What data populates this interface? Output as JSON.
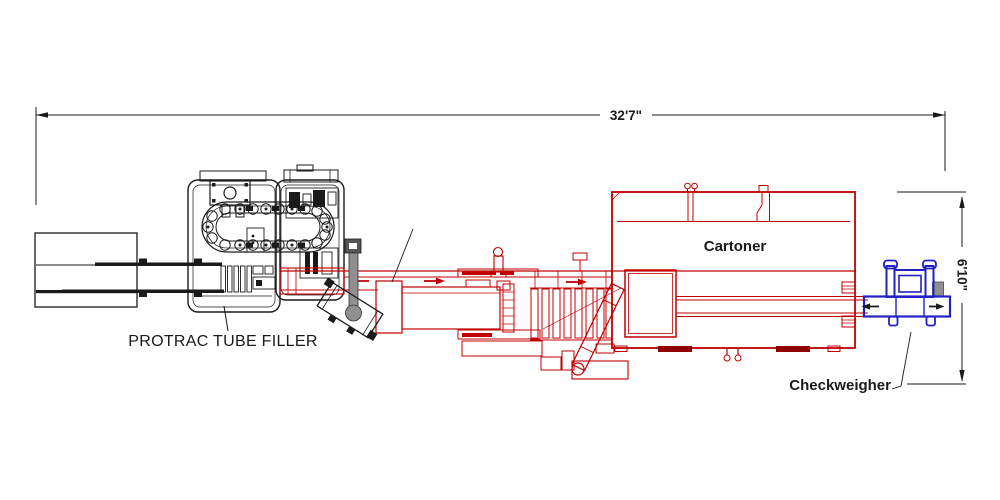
{
  "diagram": {
    "type": "equipment-layout-plan",
    "dimensions": {
      "overall_length": "32'7\"",
      "overall_depth": "6'10\""
    },
    "labels": {
      "tube_filler": "PROTRAC TUBE FILLER",
      "cartoner": "Cartoner",
      "checkweigher": "Checkweigher"
    },
    "machines": [
      {
        "name": "PROTRAC TUBE FILLER",
        "color_key": "ink"
      },
      {
        "name": "Cartoner",
        "color_key": "red"
      },
      {
        "name": "Checkweigher",
        "color_key": "blue"
      }
    ],
    "flow_arrows": [
      {
        "name": "conveyor-arrow-1",
        "direction": "left",
        "color_key": "red"
      },
      {
        "name": "conveyor-arrow-2",
        "direction": "right",
        "color_key": "red"
      },
      {
        "name": "conveyor-arrow-3",
        "direction": "right",
        "color_key": "red"
      },
      {
        "name": "checkweigher-arrow-in",
        "direction": "left",
        "color_key": "ink"
      },
      {
        "name": "checkweigher-arrow-out",
        "direction": "right",
        "color_key": "ink"
      }
    ],
    "colors": {
      "ink": "#1a1a1a",
      "red": "#c00000",
      "red_dark": "#8f0000",
      "blue": "#2121c4",
      "gray": "#8f8f8f",
      "background": "#ffffff"
    }
  }
}
